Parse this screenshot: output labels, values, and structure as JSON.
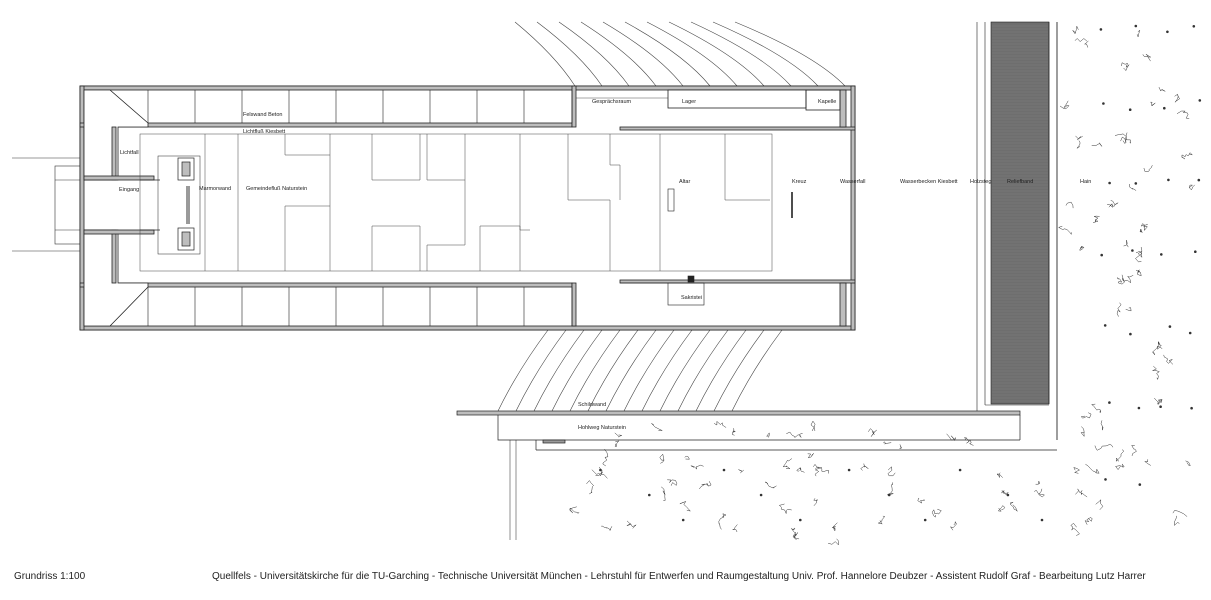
{
  "labels": {
    "felswand": "Felswand Beton",
    "lichtfluss_kiesbett": "Lichtfluß Kiesbett",
    "lichtfall": "Lichtfall",
    "eingang": "Eingang",
    "marmorwand": "Marmorwand",
    "gemeindefluss": "Gemeindefluß Naturstein",
    "gespraechsraum": "Gesprächsraum",
    "lager": "Lager",
    "kapelle": "Kapelle",
    "altar": "Altar",
    "kreuz": "Kreuz",
    "wasserfall": "Wasserfall",
    "wasserbecken": "Wasserbecken Kiesbett",
    "holzsteg": "Holzsteg",
    "reliefband": "Reliefband",
    "hain": "Hain",
    "sakristei": "Sakristei",
    "schildwand": "Schildwand",
    "hohlweg": "Hohlweg Naturstein"
  },
  "footer": {
    "left": "Grundriss 1:100",
    "right": "Quellfels - Universitätskirche für die TU-Garching -  Technische Universität München - Lehrstuhl für Entwerfen und  Raumgestaltung Univ. Prof. Hannelore Deubzer - Assistent Rudolf Graf  - Bearbeitung Lutz Harrer"
  },
  "colors": {
    "line": "#222222",
    "wall_fill": "#bdbdbd",
    "relief_band": "#6e6e6e"
  }
}
